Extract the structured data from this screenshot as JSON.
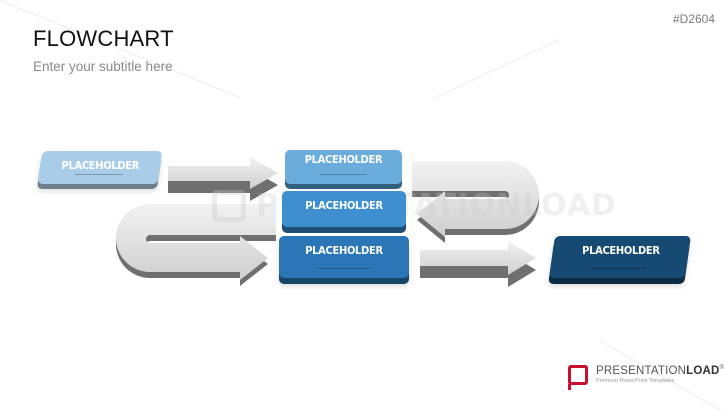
{
  "header": {
    "title": "FLOWCHART",
    "subtitle": "Enter your subtitle here",
    "code": "#D2604"
  },
  "watermark": {
    "text_light": "PRESENTATION",
    "text_bold": "LOAD"
  },
  "nodes": [
    {
      "id": "start",
      "label": "PLACEHOLDER",
      "color": "#a9cde8"
    },
    {
      "id": "stack-top",
      "label": "PLACEHOLDER",
      "color": "#6aaddc"
    },
    {
      "id": "stack-middle",
      "label": "PLACEHOLDER",
      "color": "#3d8fd0"
    },
    {
      "id": "stack-bottom",
      "label": "PLACEHOLDER",
      "color": "#2a76b6"
    },
    {
      "id": "end",
      "label": "PLACEHOLDER",
      "color": "#164a73"
    }
  ],
  "connectors": [
    {
      "from": "start",
      "to": "stack-top",
      "type": "straight-arrow"
    },
    {
      "from": "stack-top",
      "to": "stack-middle",
      "type": "u-turn-arrow"
    },
    {
      "from": "stack-middle",
      "to": "stack-bottom",
      "type": "u-turn-arrow"
    },
    {
      "from": "stack-bottom",
      "to": "end",
      "type": "straight-arrow"
    }
  ],
  "footer_logo": {
    "brand_light": "PRESENTATION",
    "brand_bold": "LOAD",
    "registered": "®",
    "tagline": "Premium PowerPoint Templates",
    "brand_color": "#c8102e"
  }
}
